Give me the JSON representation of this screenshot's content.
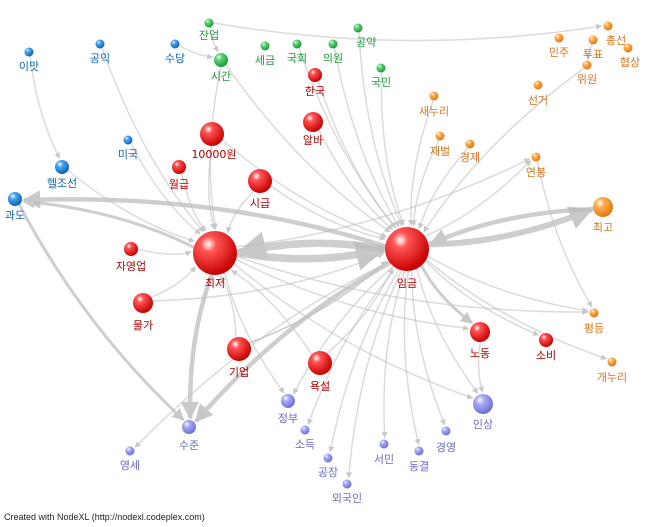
{
  "colors": {
    "red": "#e01414",
    "green": "#2bb84a",
    "orange": "#f08a1e",
    "blue": "#1e7fd6",
    "purple": "#8c8ee8",
    "label_red": "#b00000",
    "label_green": "#1f9a3a",
    "label_orange": "#d9741a",
    "label_blue": "#1166b0",
    "label_purple": "#6a6acc",
    "edge": "#bdbdbd"
  },
  "nodes": [
    {
      "id": "choejeo",
      "label": "최저",
      "color": "red",
      "size": "xl"
    },
    {
      "id": "imgeum",
      "label": "임금",
      "color": "red",
      "size": "xl"
    },
    {
      "id": "10000won",
      "label": "10000원",
      "color": "red",
      "size": "l"
    },
    {
      "id": "alba",
      "label": "알바",
      "color": "red",
      "size": "m"
    },
    {
      "id": "sigeup",
      "label": "시급",
      "color": "red",
      "size": "l"
    },
    {
      "id": "wolgeup",
      "label": "월급",
      "color": "red",
      "size": "s"
    },
    {
      "id": "hanguk",
      "label": "한국",
      "color": "red",
      "size": "s"
    },
    {
      "id": "jayeongeop",
      "label": "자영업",
      "color": "red",
      "size": "s"
    },
    {
      "id": "mulga",
      "label": "물가",
      "color": "red",
      "size": "m"
    },
    {
      "id": "gieop",
      "label": "기업",
      "color": "red",
      "size": "l"
    },
    {
      "id": "yokseol",
      "label": "욕설",
      "color": "red",
      "size": "l"
    },
    {
      "id": "nodong",
      "label": "노동",
      "color": "red",
      "size": "m"
    },
    {
      "id": "sobi",
      "label": "소비",
      "color": "red",
      "size": "s"
    },
    {
      "id": "janeop",
      "label": "잔업",
      "color": "green",
      "size": "xs"
    },
    {
      "id": "sigan",
      "label": "시간",
      "color": "green",
      "size": "s"
    },
    {
      "id": "segeum",
      "label": "세금",
      "color": "green",
      "size": "xs"
    },
    {
      "id": "gukhoe",
      "label": "국회",
      "color": "green",
      "size": "xs"
    },
    {
      "id": "uiwon",
      "label": "의원",
      "color": "green",
      "size": "xs"
    },
    {
      "id": "gongyak",
      "label": "공약",
      "color": "green",
      "size": "xs"
    },
    {
      "id": "gukmin",
      "label": "국민",
      "color": "green",
      "size": "xs"
    },
    {
      "id": "minju",
      "label": "민주",
      "color": "orange",
      "size": "xs"
    },
    {
      "id": "chongseon",
      "label": "총선",
      "color": "orange",
      "size": "xs"
    },
    {
      "id": "tupyo",
      "label": "투표",
      "color": "orange",
      "size": "xs"
    },
    {
      "id": "hyeopsang",
      "label": "협상",
      "color": "orange",
      "size": "xs"
    },
    {
      "id": "wiwon",
      "label": "위원",
      "color": "orange",
      "size": "xs"
    },
    {
      "id": "seongeo",
      "label": "선거",
      "color": "orange",
      "size": "xs"
    },
    {
      "id": "saenuri",
      "label": "새누리",
      "color": "orange",
      "size": "xs"
    },
    {
      "id": "jaebeol",
      "label": "재벌",
      "color": "orange",
      "size": "xs"
    },
    {
      "id": "gyeongje",
      "label": "경제",
      "color": "orange",
      "size": "xs"
    },
    {
      "id": "yeonbong",
      "label": "연봉",
      "color": "orange",
      "size": "xs"
    },
    {
      "id": "choego",
      "label": "최고",
      "color": "orange",
      "size": "m"
    },
    {
      "id": "pyeongdeung",
      "label": "평등",
      "color": "orange",
      "size": "xs"
    },
    {
      "id": "gaenuri",
      "label": "개누리",
      "color": "orange",
      "size": "xs"
    },
    {
      "id": "imat",
      "label": "이맛",
      "color": "blue",
      "size": "xs"
    },
    {
      "id": "gongik",
      "label": "공익",
      "color": "blue",
      "size": "xs"
    },
    {
      "id": "sudang",
      "label": "수당",
      "color": "blue",
      "size": "xs"
    },
    {
      "id": "miguk",
      "label": "미국",
      "color": "blue",
      "size": "xs"
    },
    {
      "id": "heljoseon",
      "label": "헬조선",
      "color": "blue",
      "size": "s"
    },
    {
      "id": "gwado",
      "label": "과도",
      "color": "blue",
      "size": "s"
    },
    {
      "id": "sujun",
      "label": "수준",
      "color": "purple",
      "size": "s"
    },
    {
      "id": "yeongse",
      "label": "영세",
      "color": "purple",
      "size": "xs"
    },
    {
      "id": "jeongbu",
      "label": "정부",
      "color": "purple",
      "size": "s"
    },
    {
      "id": "sodeuk",
      "label": "소득",
      "color": "purple",
      "size": "xs"
    },
    {
      "id": "gongjang",
      "label": "공장",
      "color": "purple",
      "size": "xs"
    },
    {
      "id": "oegugin",
      "label": "외국인",
      "color": "purple",
      "size": "xs"
    },
    {
      "id": "seomin",
      "label": "서민",
      "color": "purple",
      "size": "xs"
    },
    {
      "id": "donggyeol",
      "label": "동결",
      "color": "purple",
      "size": "xs"
    },
    {
      "id": "gyeongyeong",
      "label": "경영",
      "color": "purple",
      "size": "xs"
    },
    {
      "id": "insang",
      "label": "인상",
      "color": "purple",
      "size": "m"
    }
  ],
  "edges": [
    {
      "from": "choejeo",
      "to": "imgeum",
      "weight": 5
    },
    {
      "from": "imgeum",
      "to": "choejeo",
      "weight": 5
    },
    {
      "from": "imgeum",
      "to": "choego",
      "weight": 4
    },
    {
      "from": "choego",
      "to": "imgeum",
      "weight": 3
    },
    {
      "from": "imgeum",
      "to": "gwado",
      "weight": 3
    },
    {
      "from": "choejeo",
      "to": "gwado",
      "weight": 2
    },
    {
      "from": "gwado",
      "to": "sujun",
      "weight": 2
    },
    {
      "from": "choejeo",
      "to": "sujun",
      "weight": 3
    },
    {
      "from": "imgeum",
      "to": "sujun",
      "weight": 3
    },
    {
      "from": "10000won",
      "to": "choejeo",
      "weight": 1
    },
    {
      "from": "10000won",
      "to": "imgeum",
      "weight": 1
    },
    {
      "from": "alba",
      "to": "imgeum",
      "weight": 1
    },
    {
      "from": "sigeup",
      "to": "choejeo",
      "weight": 1
    },
    {
      "from": "sigeup",
      "to": "imgeum",
      "weight": 1
    },
    {
      "from": "wolgeup",
      "to": "choejeo",
      "weight": 1
    },
    {
      "from": "hanguk",
      "to": "imgeum",
      "weight": 1
    },
    {
      "from": "jayeongeop",
      "to": "choejeo",
      "weight": 1
    },
    {
      "from": "mulga",
      "to": "choejeo",
      "weight": 1
    },
    {
      "from": "mulga",
      "to": "imgeum",
      "weight": 1
    },
    {
      "from": "gieop",
      "to": "choejeo",
      "weight": 1
    },
    {
      "from": "gieop",
      "to": "imgeum",
      "weight": 1
    },
    {
      "from": "yokseol",
      "to": "choejeo",
      "weight": 1
    },
    {
      "from": "yokseol",
      "to": "imgeum",
      "weight": 1
    },
    {
      "from": "imgeum",
      "to": "nodong",
      "weight": 2
    },
    {
      "from": "imgeum",
      "to": "sobi",
      "weight": 1
    },
    {
      "from": "imgeum",
      "to": "pyeongdeung",
      "weight": 1
    },
    {
      "from": "choejeo",
      "to": "pyeongdeung",
      "weight": 1
    },
    {
      "from": "choejeo",
      "to": "nodong",
      "weight": 1
    },
    {
      "from": "imgeum",
      "to": "yeonbong",
      "weight": 1
    },
    {
      "from": "yeonbong",
      "to": "pyeongdeung",
      "weight": 1
    },
    {
      "from": "choejeo",
      "to": "yeonbong",
      "weight": 1
    },
    {
      "from": "imgeum",
      "to": "gaenuri",
      "weight": 1
    },
    {
      "from": "imgeum",
      "to": "insang",
      "weight": 1
    },
    {
      "from": "choejeo",
      "to": "insang",
      "weight": 1
    },
    {
      "from": "imgeum",
      "to": "gyeongyeong",
      "weight": 1
    },
    {
      "from": "imgeum",
      "to": "donggyeol",
      "weight": 1
    },
    {
      "from": "imgeum",
      "to": "seomin",
      "weight": 1
    },
    {
      "from": "imgeum",
      "to": "oegugin",
      "weight": 1
    },
    {
      "from": "imgeum",
      "to": "gongjang",
      "weight": 1
    },
    {
      "from": "imgeum",
      "to": "sodeuk",
      "weight": 1
    },
    {
      "from": "imgeum",
      "to": "jeongbu",
      "weight": 1
    },
    {
      "from": "imgeum",
      "to": "yeongse",
      "weight": 1
    },
    {
      "from": "choejeo",
      "to": "jeongbu",
      "weight": 1
    },
    {
      "from": "sigan",
      "to": "imgeum",
      "weight": 1
    },
    {
      "from": "sigan",
      "to": "choejeo",
      "weight": 1
    },
    {
      "from": "janeop",
      "to": "sigan",
      "weight": 1
    },
    {
      "from": "sudang",
      "to": "sigan",
      "weight": 1
    },
    {
      "from": "uiwon",
      "to": "imgeum",
      "weight": 1
    },
    {
      "from": "gukhoe",
      "to": "imgeum",
      "weight": 1
    },
    {
      "from": "gongyak",
      "to": "imgeum",
      "weight": 1
    },
    {
      "from": "gukmin",
      "to": "imgeum",
      "weight": 1
    },
    {
      "from": "saenuri",
      "to": "imgeum",
      "weight": 1
    },
    {
      "from": "jaebeol",
      "to": "imgeum",
      "weight": 1
    },
    {
      "from": "gyeongje",
      "to": "imgeum",
      "weight": 1
    },
    {
      "from": "wiwon",
      "to": "imgeum",
      "weight": 1
    },
    {
      "from": "tupyo",
      "to": "wiwon",
      "weight": 1
    },
    {
      "from": "heljoseon",
      "to": "choejeo",
      "weight": 1
    },
    {
      "from": "imat",
      "to": "heljoseon",
      "weight": 1
    },
    {
      "from": "miguk",
      "to": "choejeo",
      "weight": 1
    },
    {
      "from": "gongik",
      "to": "choejeo",
      "weight": 1
    },
    {
      "from": "janeop",
      "to": "chongseon",
      "weight": 1
    },
    {
      "from": "nodong",
      "to": "insang",
      "weight": 1
    },
    {
      "from": "gieop",
      "to": "imgeum",
      "weight": 1
    }
  ],
  "footer": "Created with NodeXL (http://nodexl.codeplex.com)"
}
